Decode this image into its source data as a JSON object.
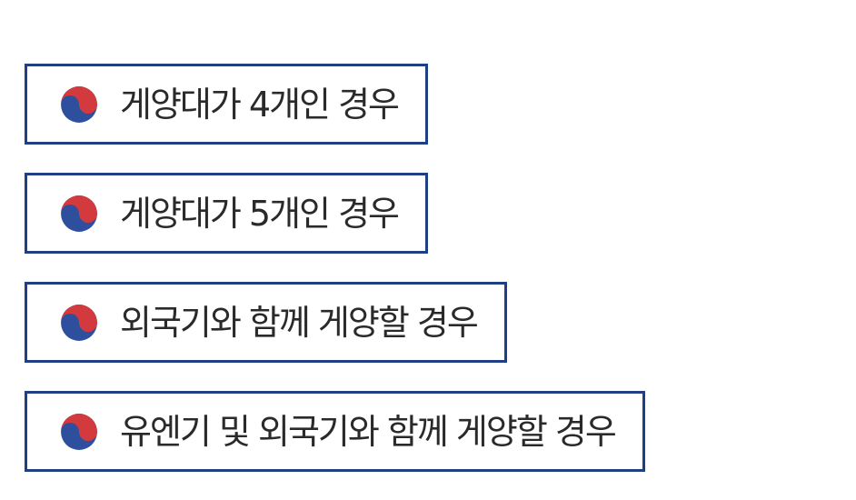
{
  "options": [
    {
      "label": "게양대가 4개인 경우",
      "icon": "taegeuk-icon"
    },
    {
      "label": "게양대가 5개인 경우",
      "icon": "taegeuk-icon"
    },
    {
      "label": "외국기와 함께 게양할 경우",
      "icon": "taegeuk-icon"
    },
    {
      "label": "유엔기 및 외국기와 함께 게양할 경우",
      "icon": "taegeuk-icon"
    }
  ],
  "colors": {
    "border": "#1f3f84",
    "text": "#2a2a2a",
    "taegeuk_red": "#d23a3e",
    "taegeuk_blue": "#2d4f9e"
  }
}
